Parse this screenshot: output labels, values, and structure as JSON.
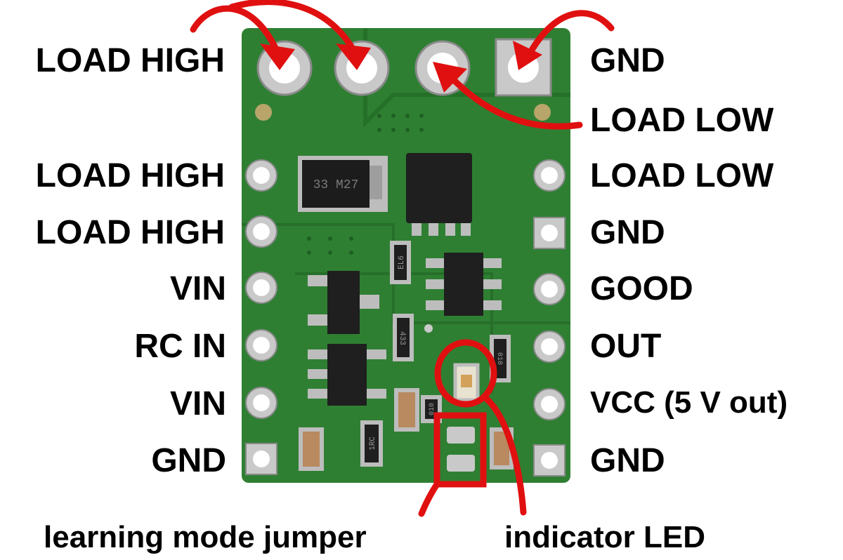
{
  "left_labels": [
    "LOAD HIGH",
    "LOAD HIGH",
    "LOAD HIGH",
    "VIN",
    "RC IN",
    "VIN",
    "GND"
  ],
  "right_labels": [
    "GND",
    "LOAD LOW",
    "LOAD LOW",
    "GND",
    "GOOD",
    "OUT",
    "VCC (5 V out)",
    "GND"
  ],
  "bottom_labels": {
    "jumper": "learning mode jumper",
    "led": "indicator LED"
  },
  "chip_markings": {
    "diode": "33 M27",
    "resistor_r1": "EL6",
    "resistor_r2": "433",
    "resistor_r3": "1RC",
    "resistor_r4": "010",
    "resistor_r5": "010"
  },
  "colors": {
    "board": "#2e7d32",
    "board_dark": "#1b5e20",
    "pad": "#c9c9c9",
    "annotation": "#e01010",
    "chip": "#1a1a1a",
    "text": "#000000"
  }
}
